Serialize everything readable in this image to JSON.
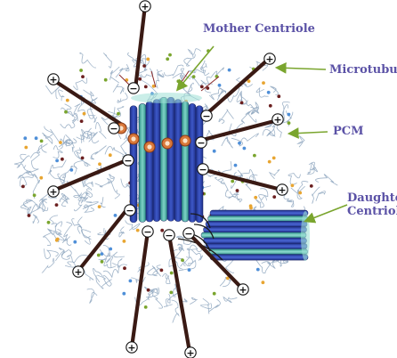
{
  "labels": {
    "mother_centriole": "Mother Centriole",
    "microtubule": "Microtubule",
    "pcm": "PCM",
    "daughter_centriole_line1": "Daughter",
    "daughter_centriole_line2": "Centriole"
  },
  "symbols": {
    "plus_end": "+",
    "minus_end": "−"
  },
  "colors": {
    "label_text": "#5b52a6",
    "leader_arrow": "#7aa52e",
    "microtubule": "#3a1a14",
    "pcm_fiber": "#8fa7c0",
    "centriole_blue": "#2b3e9c",
    "centriole_teal": "#3fb2a8",
    "gamma_tubulin_ring": "#d9783a",
    "pcm_dot_colors": [
      "#e8a531",
      "#4f8fd8",
      "#6b1f1f",
      "#7aa52e"
    ]
  }
}
